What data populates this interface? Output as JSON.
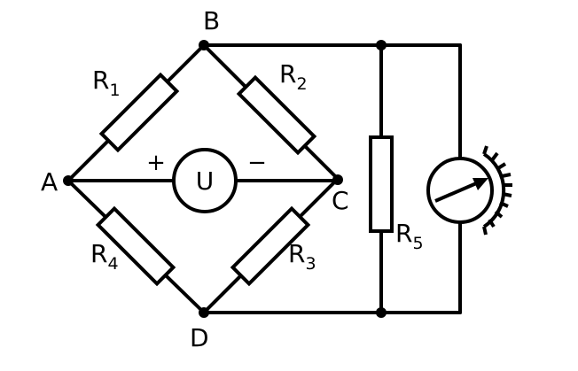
{
  "diagram": {
    "nodes": {
      "A": "A",
      "B": "B",
      "C": "C",
      "D": "D"
    },
    "resistors": [
      {
        "id": "r1",
        "letter": "R",
        "index": "1"
      },
      {
        "id": "r2",
        "letter": "R",
        "index": "2"
      },
      {
        "id": "r3",
        "letter": "R",
        "index": "3"
      },
      {
        "id": "r4",
        "letter": "R",
        "index": "4"
      },
      {
        "id": "r5",
        "letter": "R",
        "index": "5"
      }
    ],
    "source": {
      "symbol": "U",
      "plus": "+",
      "minus": "−"
    },
    "meter": {
      "icon": "galvanometer-icon"
    },
    "colors": {
      "ink": "#000000",
      "background": "#ffffff"
    }
  }
}
